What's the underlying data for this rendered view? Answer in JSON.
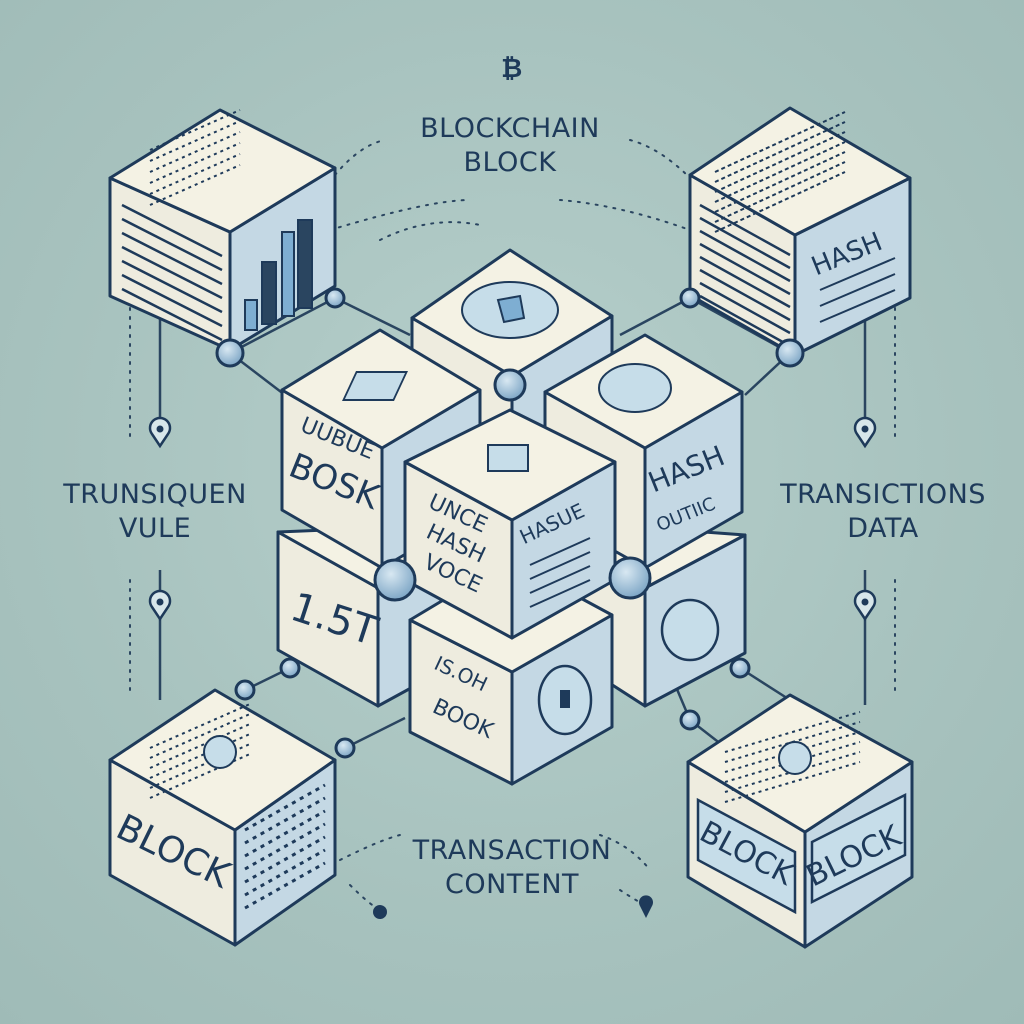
{
  "colors": {
    "background": "#a9c4c0",
    "ink": "#1e3a5a",
    "face_top": "#f4f2e4",
    "face_left": "#eeecdf",
    "face_right": "#c4d8e4",
    "accent": "#7eaed2"
  },
  "icons": {
    "title_symbol": "bitcoin-icon"
  },
  "title": {
    "symbol": "₿",
    "line1": "BLOCKCHAIN",
    "line2": "BLOCK"
  },
  "side_labels": {
    "left": {
      "line1": "TRUNSIQUEN",
      "line2": "VULE"
    },
    "right": {
      "line1": "TRANSICTIONS",
      "line2": "DATA"
    },
    "bottom": {
      "line1": "TRANSACTION",
      "line2": "CONTENT"
    }
  },
  "cube_texts": {
    "top_right_hash": "HASH",
    "center_left_line1": "UUBUE",
    "center_left_line2": "BOSK",
    "center_right_hash": "HASH",
    "center_right_sub": "OUTIIC",
    "center_front_left_line1": "UNCE",
    "center_front_left_line2": "HASH",
    "center_front_left_line3": "VOCE",
    "center_front_right": "HASUE",
    "lower_left_text": "1.5T",
    "lower_front_line1": "IS.OH",
    "lower_front_line2": "BOOK",
    "bottom_left_block": "BLOCK",
    "bottom_right_block_1": "BLOCK",
    "bottom_right_block_2": "BLOCK"
  }
}
